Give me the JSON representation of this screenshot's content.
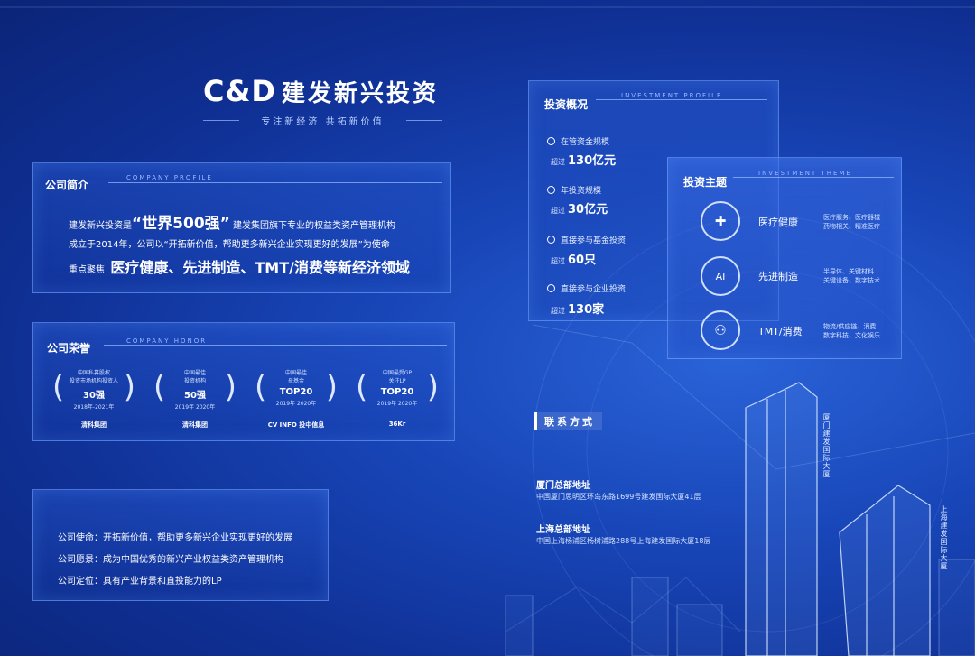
{
  "logo": {
    "mark": "C&D",
    "name": "建发新兴投资",
    "slogan": "专注新经济  共拓新价值"
  },
  "profile": {
    "title": "公司简介",
    "subtitle": "COMPANY PROFILE",
    "line1_pre": "建发新兴投资是",
    "line1_big": "“世界500强”",
    "line1_post": "建发集团旗下专业的权益类资产管理机构",
    "line2": "成立于2014年，公司以“开拓新价值，帮助更多新兴企业实现更好的发展”为使命",
    "line3_label": "重点聚焦",
    "line3_big": "医疗健康、先进制造、TMT/消费等新经济领域"
  },
  "honor": {
    "title": "公司荣誉",
    "subtitle": "COMPANY HONOR",
    "items": [
      {
        "line1": "中国私募股权",
        "line2": "投资市场机构投资人",
        "rank": "30强",
        "years": "2018年-2021年",
        "brand": "清科集团"
      },
      {
        "line1": "中国最佳",
        "line2": "投资机构",
        "rank": "50强",
        "years": "2019年 2020年",
        "brand": "清科集团"
      },
      {
        "line1": "中国最佳",
        "line2": "母基金",
        "rank": "TOP20",
        "years": "2019年 2020年",
        "brand": "CV INFO 投中信息"
      },
      {
        "line1": "中国最受GP",
        "line2": "关注LP",
        "rank": "TOP20",
        "years": "2019年 2020年",
        "brand": "36Kr"
      }
    ]
  },
  "mission": {
    "items": [
      "公司使命：开拓新价值，帮助更多新兴企业实现更好的发展",
      "公司愿景：成为中国优秀的新兴产业权益类资产管理机构",
      "公司定位：具有产业背景和直投能力的LP"
    ]
  },
  "investment": {
    "title": "投资概况",
    "subtitle": "INVESTMENT PROFILE",
    "items": [
      {
        "label": "在管资金规模",
        "prefix": "超过",
        "value": "130亿元"
      },
      {
        "label": "年投资规模",
        "prefix": "超过",
        "value": "30亿元"
      },
      {
        "label": "直接参与基金投资",
        "prefix": "超过",
        "value": "60只"
      },
      {
        "label": "直接参与企业投资",
        "prefix": "超过",
        "value": "130家"
      }
    ]
  },
  "theme": {
    "title": "投资主题",
    "subtitle": "INVESTMENT THEME",
    "items": [
      {
        "icon": "medical-kit-icon",
        "name": "医疗健康",
        "desc1": "医疗服务、医疗器械",
        "desc2": "药物相关、精准医疗"
      },
      {
        "icon": "ai-chip-icon",
        "name": "先进制造",
        "desc1": "半导体、关键材料",
        "desc2": "关键设备、数字技术"
      },
      {
        "icon": "network-nodes-icon",
        "name": "TMT/消费",
        "desc1": "物流/供应链、消费",
        "desc2": "数字科技、文化娱乐"
      }
    ]
  },
  "contact": {
    "title": "联系方式",
    "xm_title": "厦门总部地址",
    "xm_addr": "中国厦门思明区环岛东路1699号建发国际大厦41层",
    "sh_title": "上海总部地址",
    "sh_addr": "中国上海杨浦区杨树浦路288号上海建发国际大厦18层",
    "tower1": "厦门建发国际大厦",
    "tower2": "上海建发国际大厦"
  }
}
